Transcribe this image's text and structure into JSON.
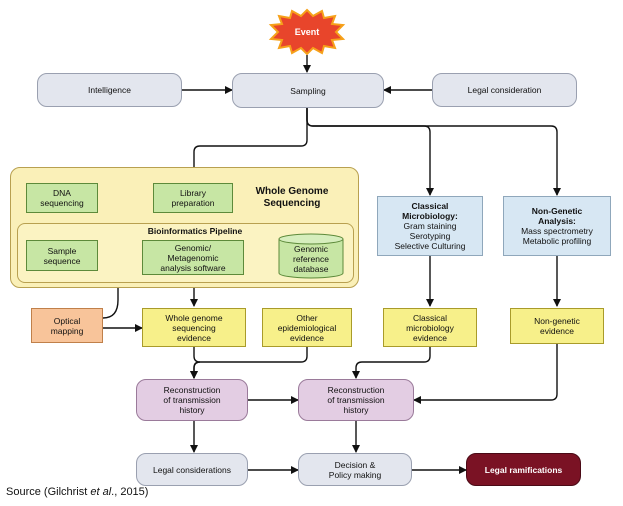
{
  "event": "Event",
  "top": {
    "intelligence": "Intelligence",
    "sampling": "Sampling",
    "legal_consideration": "Legal consideration"
  },
  "wgs": {
    "title": "Whole Genome\nSequencing",
    "library": "Library\npreparation",
    "dna": "DNA\nsequencing",
    "pipeline_title": "Bioinformatics Pipeline",
    "sample": "Sample\nsequence",
    "genomic": "Genomic/\nMetagenomic\nanalysis software",
    "database": "Genomic\nreference\ndatabase"
  },
  "classical": {
    "title": "Classical\nMicrobiology:",
    "items": "Gram staining\nSerotyping\nSelective Culturing",
    "evidence": "Classical\nmicrobiology\nevidence"
  },
  "nongenetic": {
    "title": "Non-Genetic\nAnalysis:",
    "items": "Mass spectrometry\nMetabolic profiling",
    "evidence": "Non-genetic\nevidence"
  },
  "optical": "Optical\nmapping",
  "wgs_evidence": "Whole genome\nsequencing\nevidence",
  "other_evidence": "Other\nepidemiological\nevidence",
  "recon1": "Reconstruction\nof transmission\nhistory",
  "recon2": "Reconstruction\nof transmission\nhistory",
  "legal_considerations": "Legal considerations",
  "decision": "Decision &\nPolicy making",
  "legal_ramifications": "Legal ramifications",
  "source": {
    "prefix": "Source (Gilchrist ",
    "italic": "et al",
    "suffix": "., 2015)"
  },
  "colors": {
    "event_fill": "#e8452b",
    "event_glow": "#f6a11a",
    "arrow": "#111111"
  }
}
